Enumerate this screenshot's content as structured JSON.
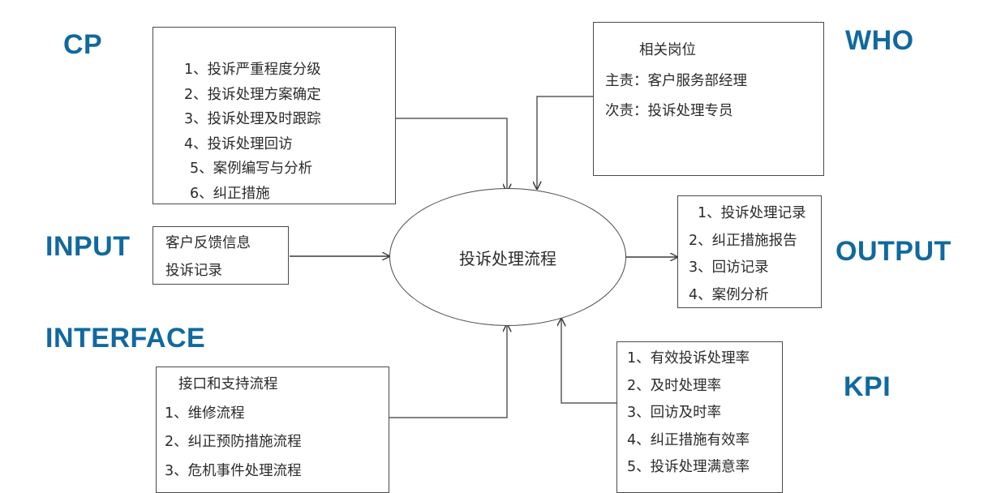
{
  "diagram": {
    "title": "投诉处理流程",
    "accent_color": "#10699F",
    "line_color": "#4a4a4a",
    "labels": {
      "cp": "CP",
      "who": "WHO",
      "input": "INPUT",
      "output": "OUTPUT",
      "interface": "INTERFACE",
      "kpi": "KPI"
    },
    "core": {
      "text": "投诉处理流程"
    },
    "cp_box": {
      "items": [
        "1、投诉严重程度分级",
        "2、投诉处理方案确定",
        "3、投诉处理及时跟踪",
        "4、投诉处理回访",
        "5、案例编写与分析",
        "6、纠正措施"
      ]
    },
    "who_box": {
      "heading": "相关岗位",
      "items": [
        "主责：客户服务部经理",
        "次责：投诉处理专员"
      ]
    },
    "input_box": {
      "items": [
        "客户反馈信息",
        "投诉记录"
      ]
    },
    "output_box": {
      "items": [
        "1、投诉处理记录",
        "2、纠正措施报告",
        "3、回访记录",
        "4、案例分析"
      ]
    },
    "interface_box": {
      "heading": "接口和支持流程",
      "items": [
        "1、维修流程",
        "2、纠正预防措施流程",
        "3、危机事件处理流程"
      ]
    },
    "kpi_box": {
      "items": [
        "1、有效投诉处理率",
        "2、及时处理率",
        "3、回访及时率",
        "4、纠正措施有效率",
        "5、投诉处理满意率"
      ]
    }
  }
}
